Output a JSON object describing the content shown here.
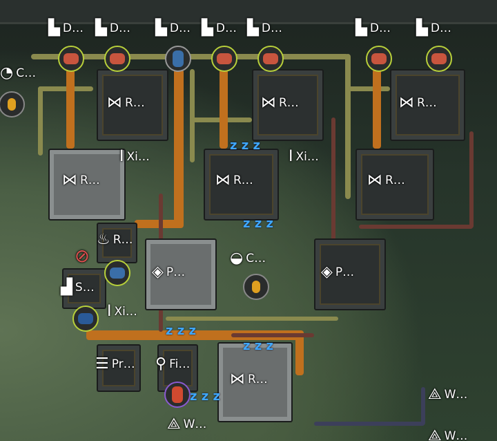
{
  "labels": {
    "drill": "D…",
    "refinery": "R…",
    "xi": "Xi…",
    "c_left": "C…",
    "c_mid": "C…",
    "pump": "P…",
    "s": "S…",
    "pr": "Pr…",
    "fi": "Fi…",
    "w": "W…"
  },
  "sleep": "z z z",
  "colors": {
    "ore": "#c8553e",
    "crystal": "#3a6ea8",
    "gold": "#e0a020",
    "status_ring": "#b8d03a",
    "sleep": "#3fa8ff",
    "disabled": "#e05050"
  }
}
